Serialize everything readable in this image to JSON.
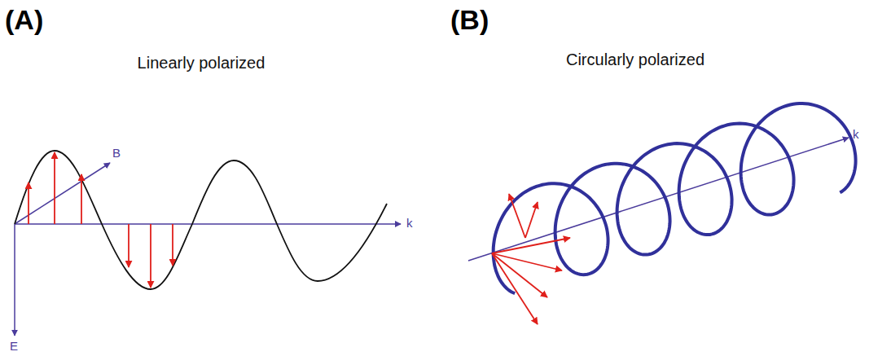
{
  "diagram": {
    "labels": [
      "(A)",
      "(B)",
      "Linearly polarized",
      "Circularly polarized",
      "B",
      "k",
      "E",
      "k"
    ]
  }
}
